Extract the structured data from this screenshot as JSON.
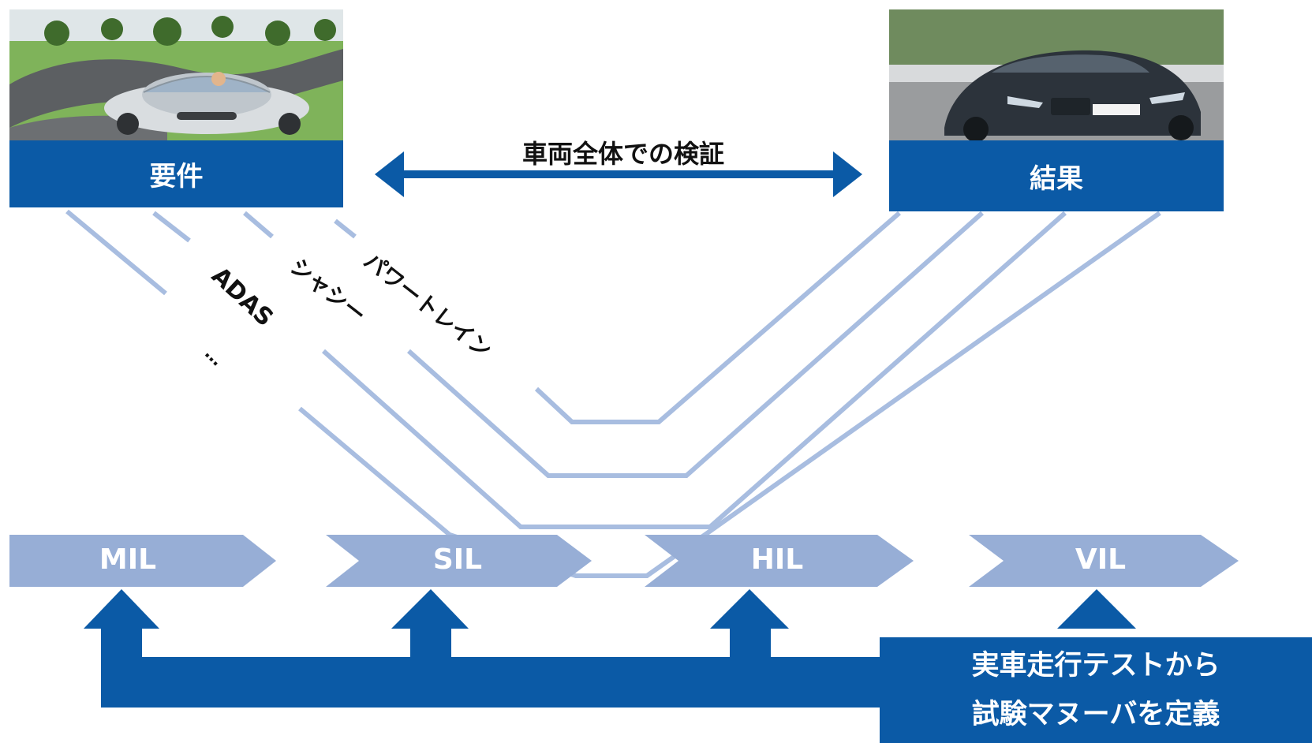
{
  "top": {
    "left_label": "要件",
    "right_label": "結果",
    "center_label": "車両全体での検証"
  },
  "domains": [
    {
      "label": "パワートレイン"
    },
    {
      "label": "シャシー"
    },
    {
      "label": "ADAS"
    },
    {
      "label": "…"
    }
  ],
  "stages": [
    {
      "label": "MIL"
    },
    {
      "label": "SIL"
    },
    {
      "label": "HIL"
    },
    {
      "label": "VIL"
    }
  ],
  "bottom_box": {
    "line1": "実車走行テストから",
    "line2": "試験マヌーバを定義"
  },
  "colors": {
    "primary_blue": "#0b5aa6",
    "light_blue": "#97aed6",
    "line_blue": "#a8bde0"
  }
}
